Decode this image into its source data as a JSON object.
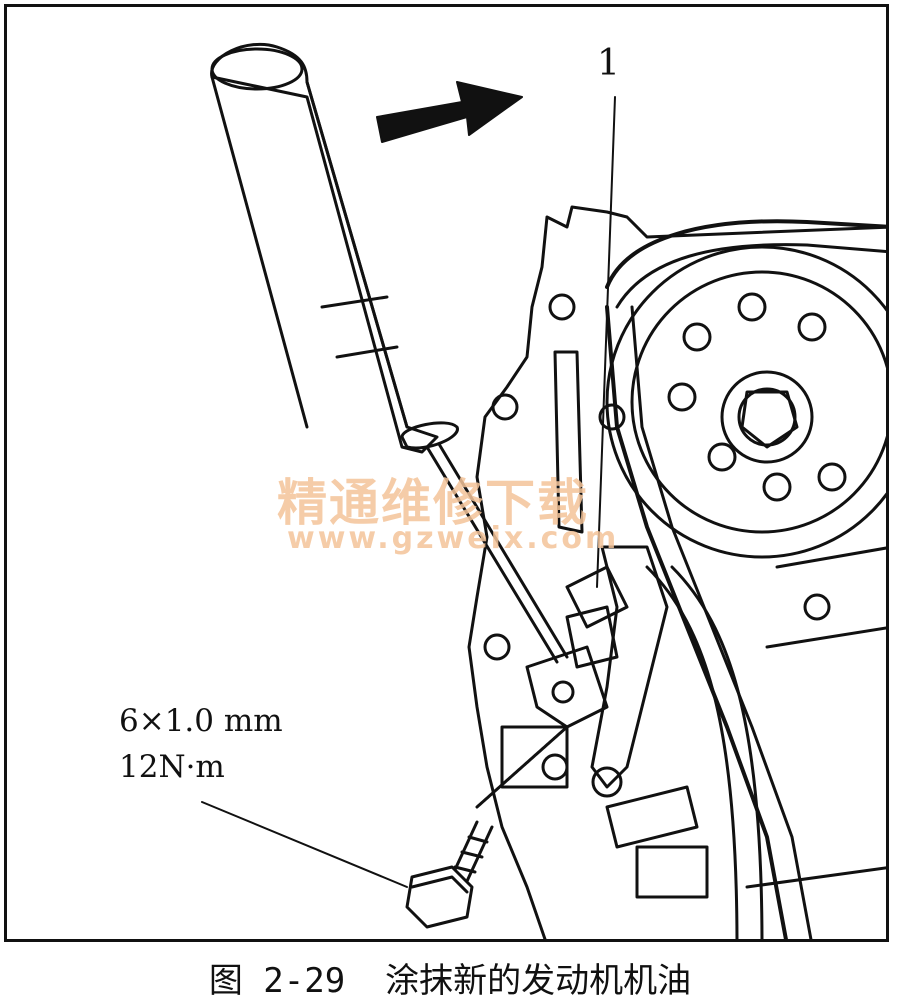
{
  "figure": {
    "part_label": "1",
    "bolt_size": "6×1.0 mm",
    "bolt_torque": "12N·m",
    "caption_number": "图 2-29",
    "caption_text": "涂抹新的发动机机油"
  },
  "watermark": {
    "chinese": "精通维修下载",
    "url": "www.gzweix.com"
  },
  "icons": {
    "direction": "arrow-right-icon"
  }
}
